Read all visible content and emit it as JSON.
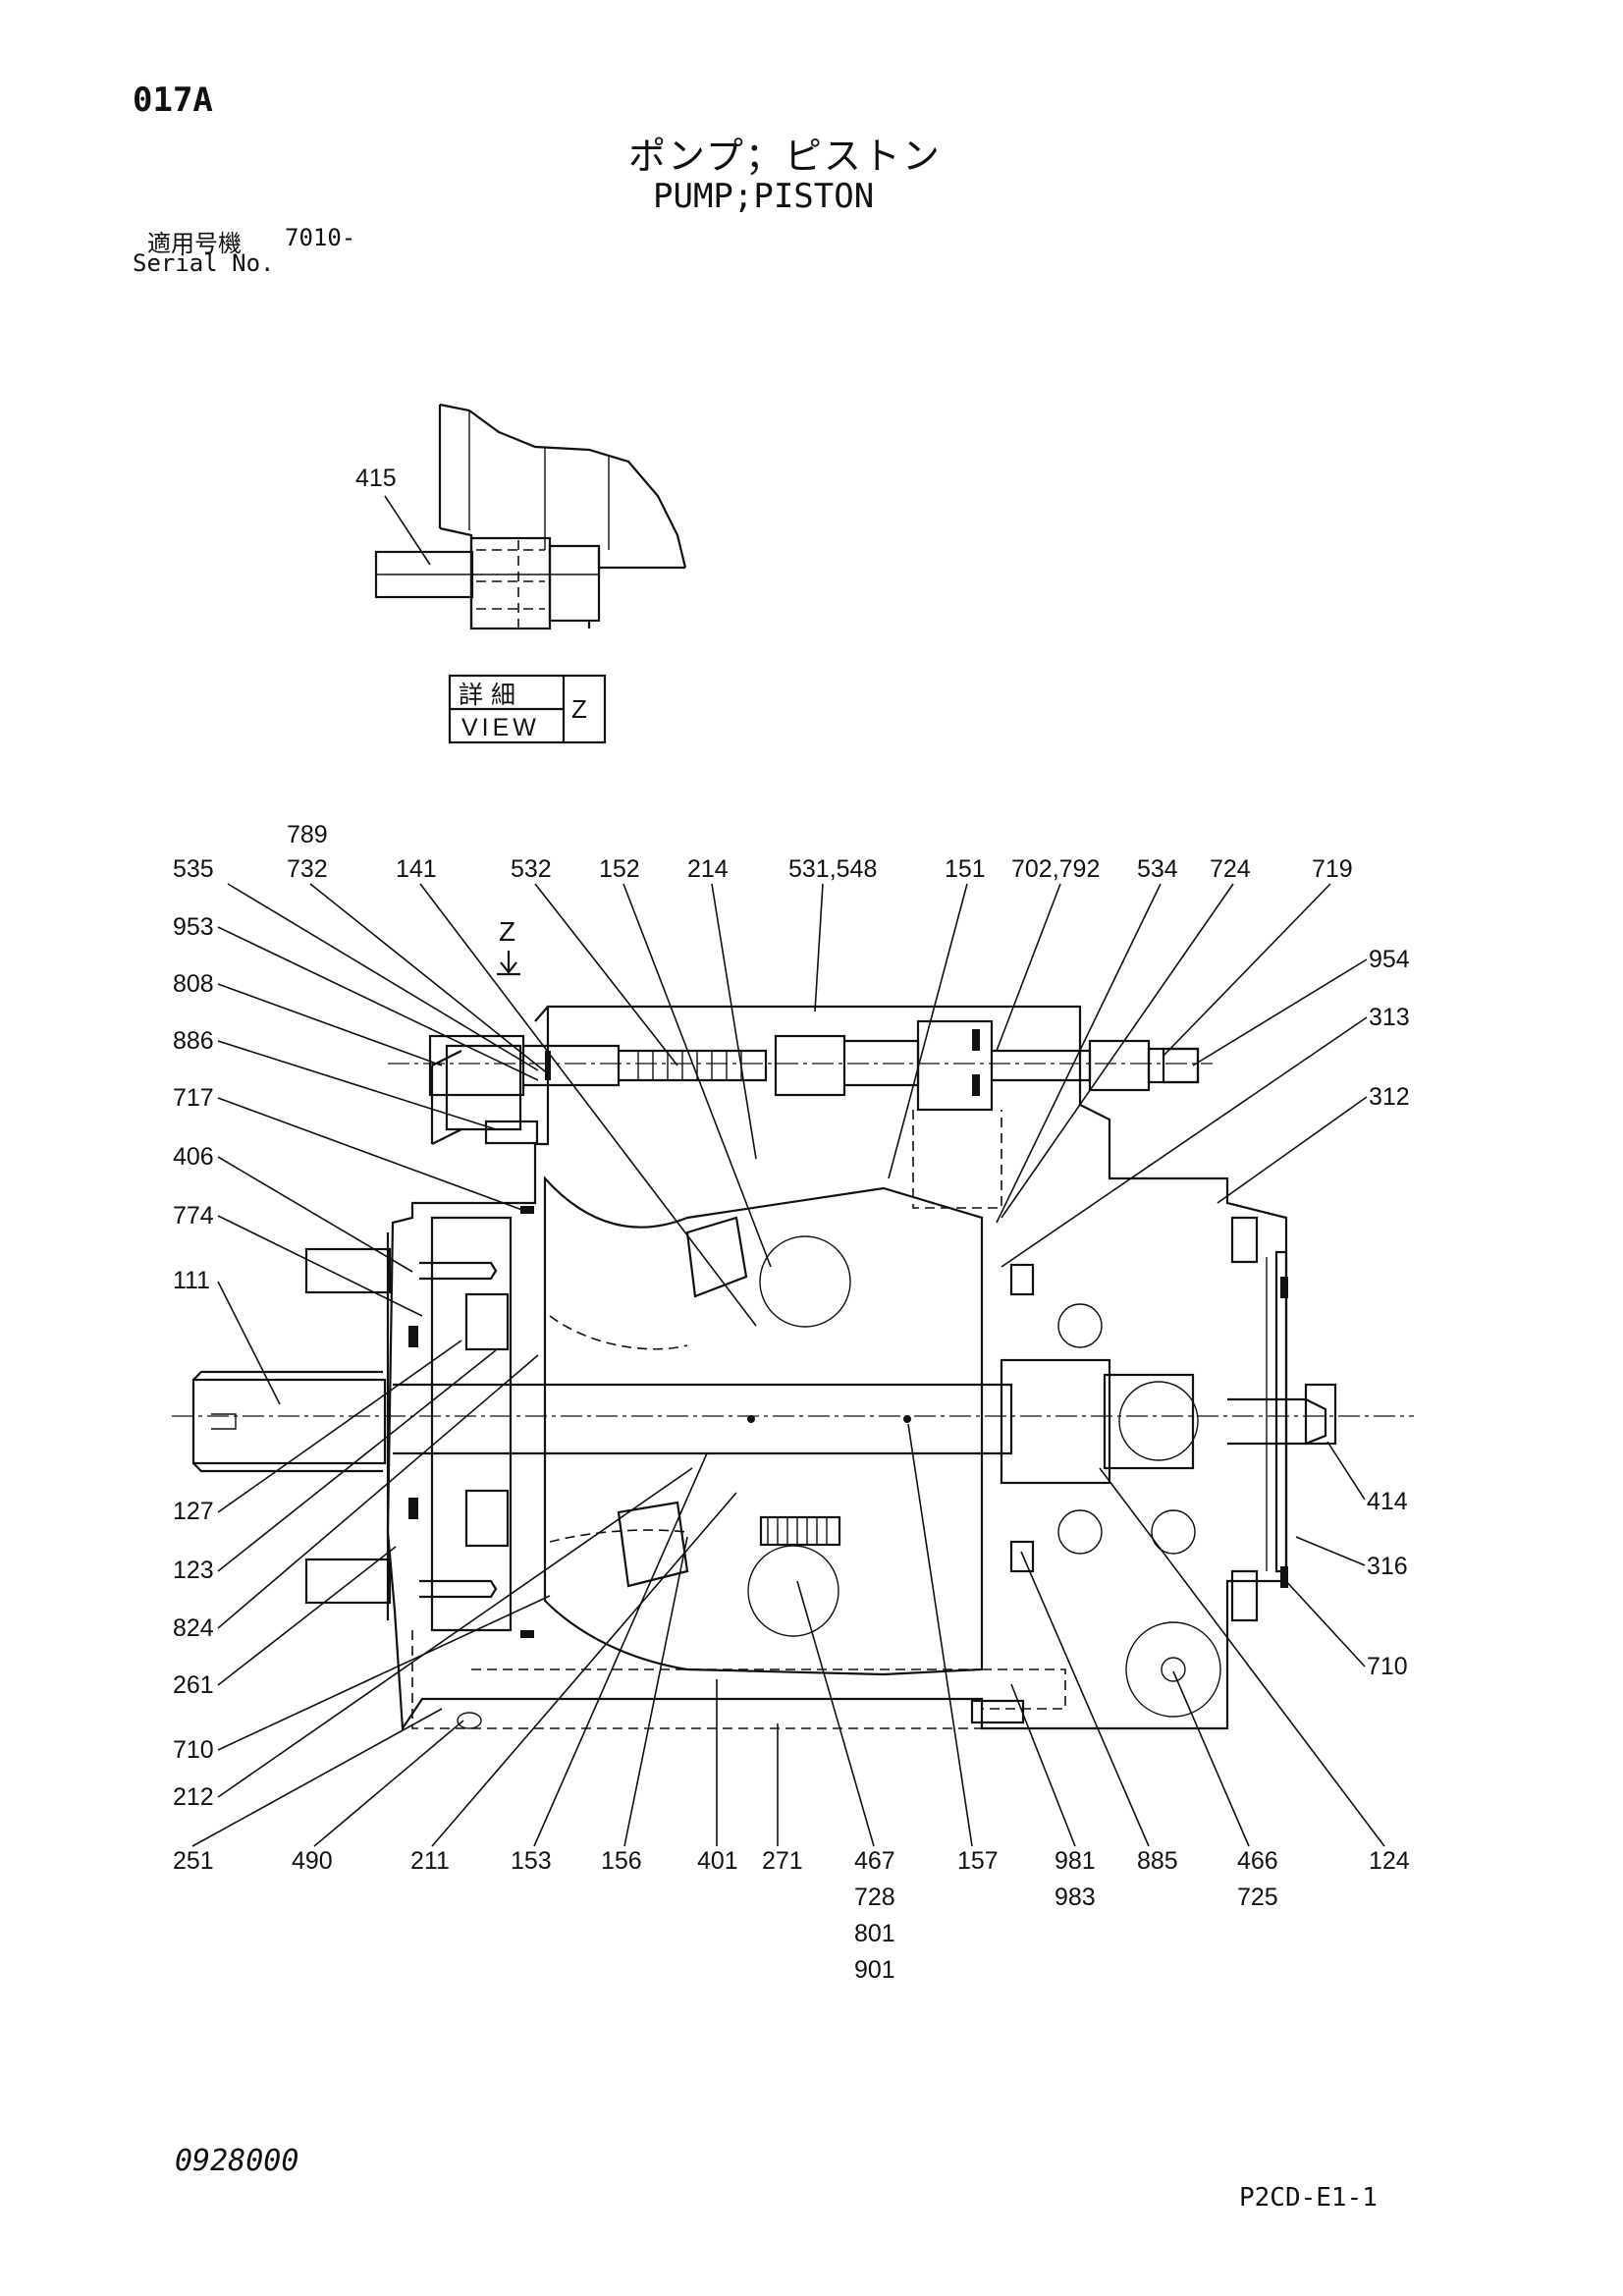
{
  "header": {
    "page_code": "017A",
    "title_jp": "ポンプ；ピストン",
    "title_en": "PUMP;PISTON",
    "serial_label_jp": "適用号機",
    "serial_value": "7010-",
    "serial_label_en": "Serial No."
  },
  "detail_view": {
    "part_number": "415",
    "box_jp": "詳 細",
    "box_en": "VIEW",
    "box_letter": "Z"
  },
  "view_marker": "Z",
  "callouts_top": [
    "789",
    "732",
    "535",
    "141",
    "532",
    "152",
    "214",
    "531,548",
    "151",
    "702,792",
    "534",
    "724",
    "719"
  ],
  "callouts_right": [
    "954",
    "313",
    "312",
    "414",
    "316",
    "710"
  ],
  "callouts_left": [
    "953",
    "808",
    "886",
    "717",
    "406",
    "774",
    "111",
    "127",
    "123",
    "824",
    "261",
    "710",
    "212"
  ],
  "callouts_bottom": [
    "251",
    "490",
    "211",
    "153",
    "156",
    "401",
    "271",
    "467",
    "728",
    "801",
    "901",
    "157",
    "981",
    "983",
    "885",
    "466",
    "725",
    "124"
  ],
  "footer": {
    "doc_number": "0928000",
    "sheet_code": "P2CD-E1-1"
  }
}
